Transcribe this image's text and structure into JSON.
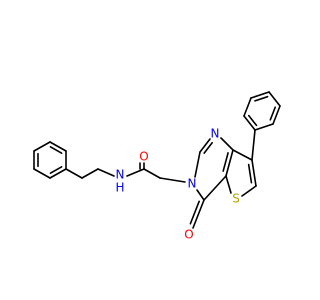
{
  "molecule": {
    "atom_labels": {
      "amide_oxygen": "O",
      "amide_nitrogen": "N",
      "amide_hydrogen": "H",
      "ring_n3": "N",
      "ring_n1": "N",
      "ring_oxygen": "O",
      "thiophene_sulfur": "S"
    },
    "colors": {
      "bond": "#000000",
      "oxygen": "#ff0000",
      "nitrogen": "#0000ff",
      "sulfur": "#b4a400",
      "carbon": "#000000"
    }
  }
}
